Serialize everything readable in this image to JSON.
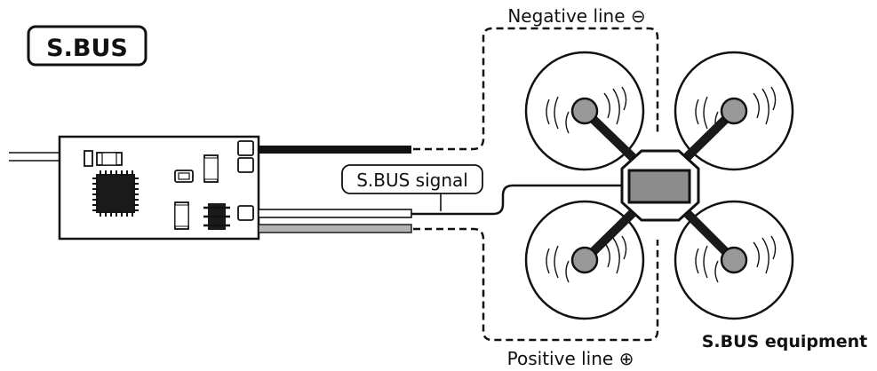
{
  "title_badge": "S.BUS",
  "labels": {
    "negative_line": "Negative line ⊖",
    "positive_line": "Positive line ⊕",
    "signal": "S.BUS signal",
    "equipment": "S.BUS equipment"
  },
  "colors": {
    "ink": "#111111",
    "motor_gray": "#999999",
    "positive_wire": "#b3b3b3",
    "controller_gray": "#8c8c8c"
  }
}
